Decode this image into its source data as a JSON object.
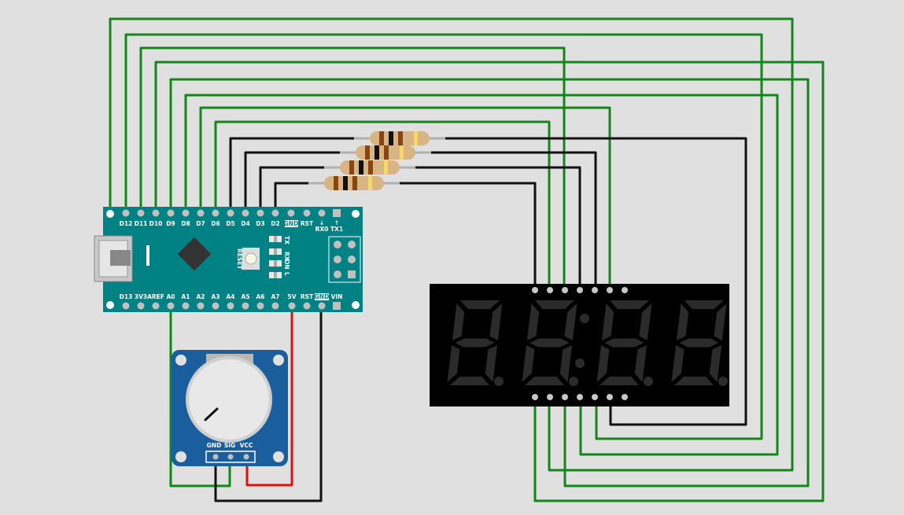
{
  "colors": {
    "background": "#e0e0e0",
    "nano_board": "#008184",
    "wire_green": "#13861a",
    "wire_black": "#111111",
    "wire_red": "#e01010",
    "display_body": "#000000",
    "display_segment_off": "#2b2b2b",
    "pot_board": "#1a5e9e"
  },
  "nano": {
    "top_pins": [
      "D12",
      "D11",
      "D10",
      "D9",
      "D8",
      "D7",
      "D6",
      "D5",
      "D4",
      "D3",
      "D2",
      "GND",
      "RST",
      "RX0",
      "TX1"
    ],
    "bottom_pins": [
      "D13",
      "3V3",
      "AREF",
      "A0",
      "A1",
      "A2",
      "A3",
      "A4",
      "A5",
      "A6",
      "A7",
      "5V",
      "RST",
      "GND",
      "VIN"
    ],
    "leds": [
      "TX",
      "RX",
      "ON",
      "L"
    ],
    "reset_label": "RESET",
    "arrows": [
      "↓",
      "↑"
    ]
  },
  "potentiometer": {
    "pins": [
      "GND",
      "SIG",
      "VCC"
    ]
  },
  "display": {
    "digits": 4,
    "top_pin_count": 7,
    "bottom_pin_count": 7
  },
  "resistors_count": 4
}
